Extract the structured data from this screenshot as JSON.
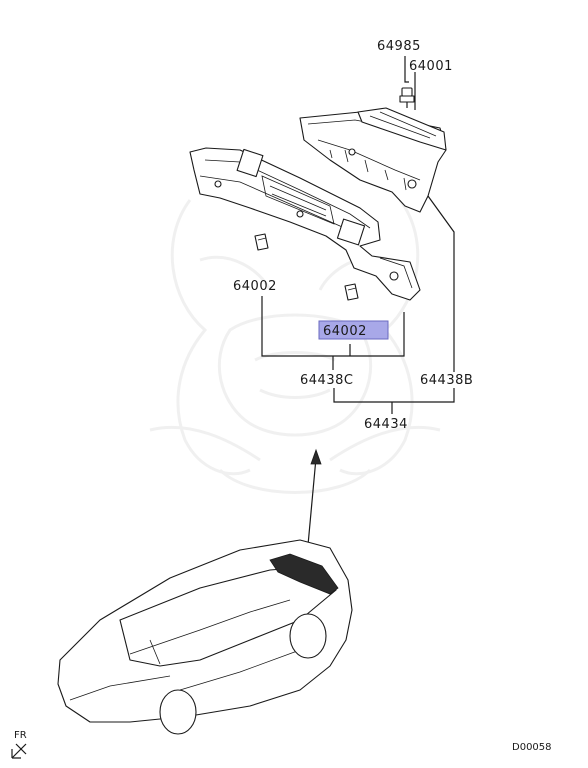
{
  "diagram": {
    "labels": {
      "p64985": "64985",
      "p64001": "64001",
      "p64002_left": "64002",
      "p64002_highlight": "64002",
      "p64438C": "64438C",
      "p64438B": "64438B",
      "p64434": "64434"
    },
    "direction_label": "FR",
    "diagram_code": "D00058",
    "highlight_color": "#a8a8e8"
  }
}
